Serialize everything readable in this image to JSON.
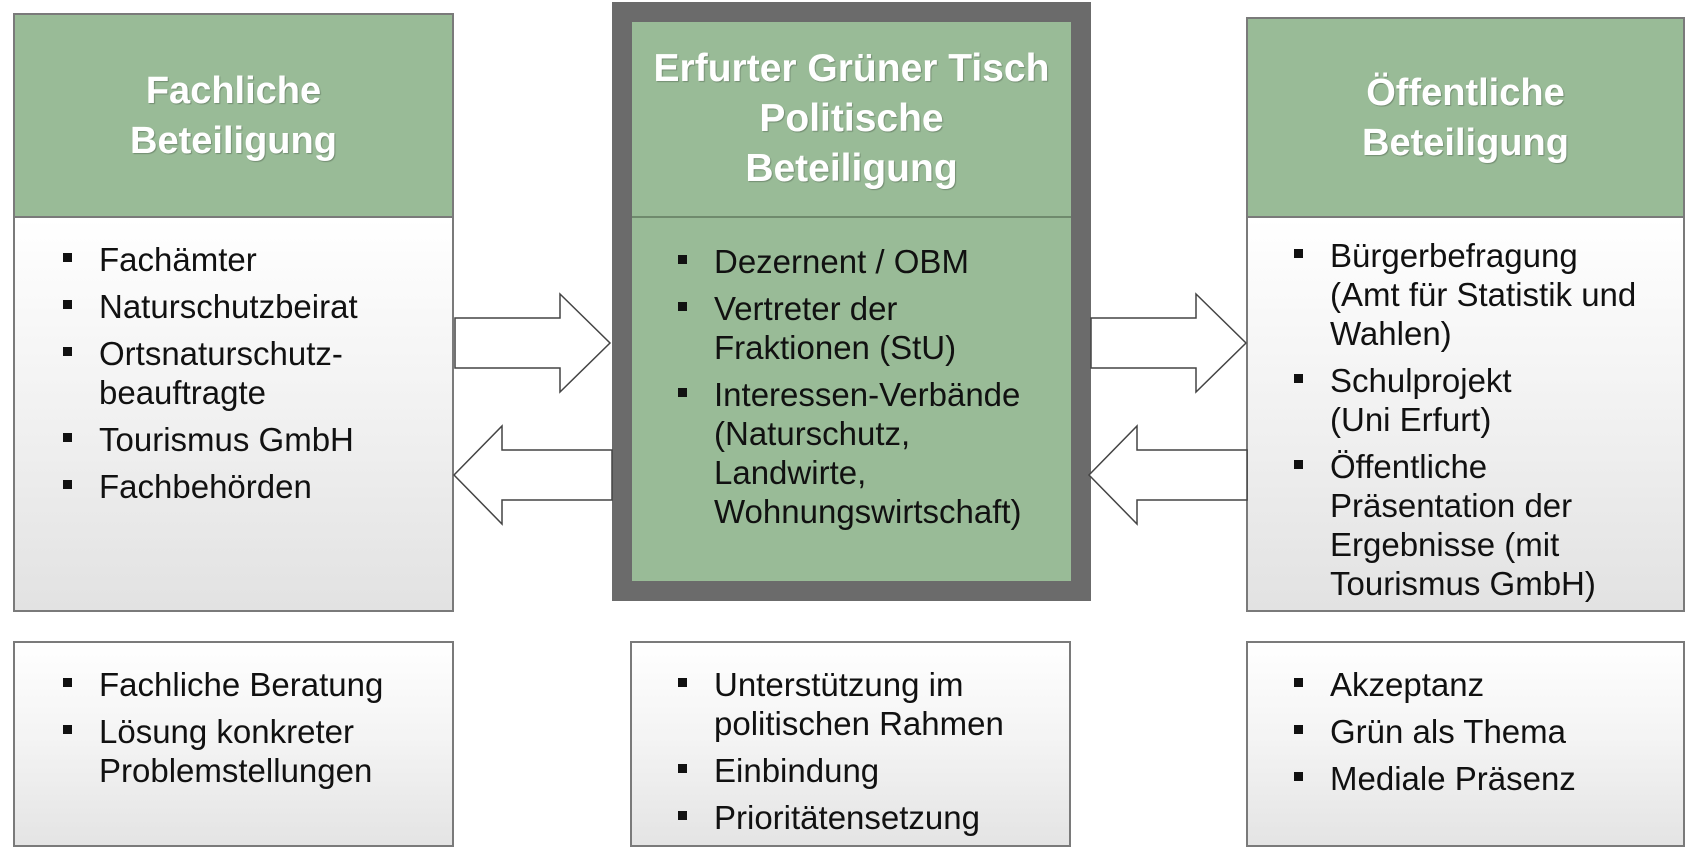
{
  "left": {
    "title_line1": "Fachliche",
    "title_line2": "Beteiligung",
    "items": [
      "Fachämter",
      "Naturschutzbeirat",
      "Ortsnaturschutz-\nbeauftragte",
      "Tourismus GmbH",
      "Fachbehörden"
    ]
  },
  "center": {
    "title_line1": "Erfurter Grüner Tisch",
    "title_line2": "Politische",
    "title_line3": "Beteiligung",
    "items": [
      "Dezernent / OBM",
      "Vertreter der\nFraktionen (StU)",
      "Interessen-Verbände\n(Naturschutz,\nLandwirte,\nWohnungswirtschaft)"
    ]
  },
  "right": {
    "title_line1": "Öffentliche",
    "title_line2": "Beteiligung",
    "items": [
      "Bürgerbefragung\n(Amt für Statistik und\nWahlen)",
      "Schulprojekt\n(Uni Erfurt)",
      "Öffentliche\nPräsentation der\nErgebnisse (mit\nTourismus GmbH)"
    ]
  },
  "bottom_left": {
    "items": [
      "Fachliche Beratung",
      "Lösung konkreter\nProblemstellungen"
    ]
  },
  "bottom_center": {
    "items": [
      "Unterstützung im\npolitischen Rahmen",
      "Einbindung",
      "Prioritätensetzung"
    ]
  },
  "bottom_right": {
    "items": [
      "Akzeptanz",
      "Grün als Thema",
      "Mediale Präsenz"
    ]
  },
  "colors": {
    "header_green": "#99bb97",
    "frame_gray": "#6b6b6b",
    "border_gray": "#7a7a7a"
  }
}
